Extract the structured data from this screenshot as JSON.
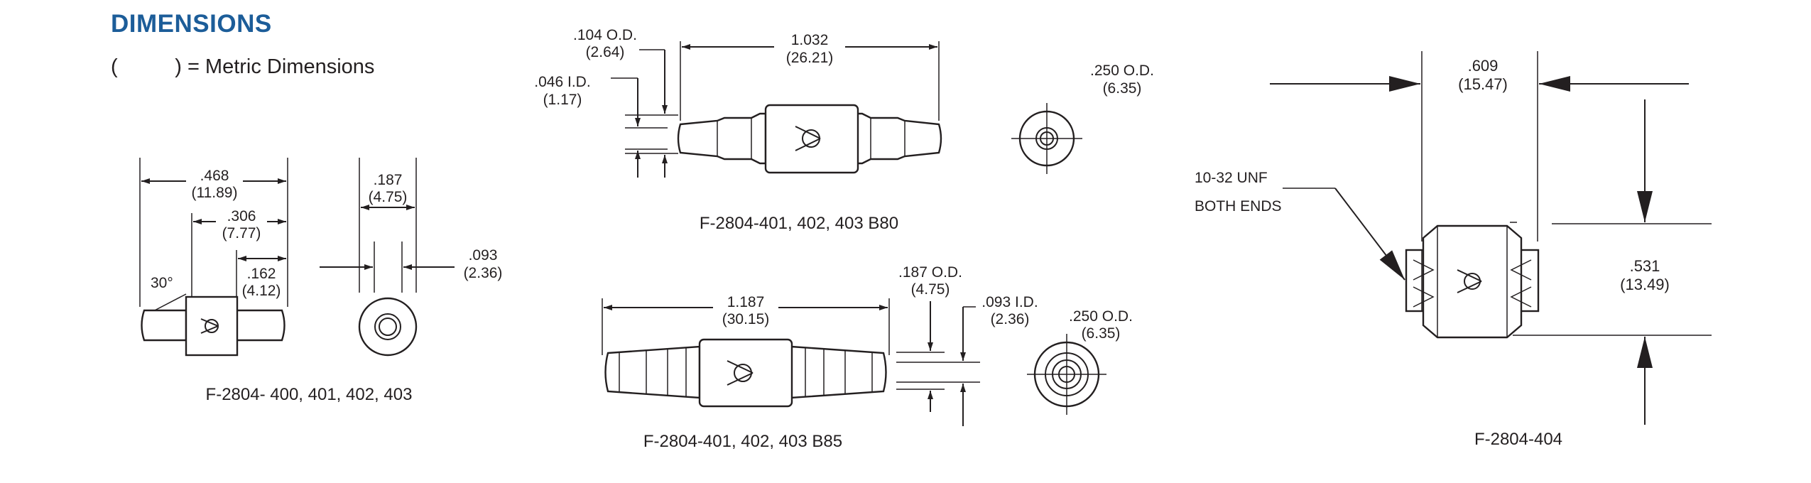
{
  "header": {
    "title": "DIMENSIONS",
    "metric_note": "(          ) = Metric Dimensions",
    "title_color": "#1c5d99"
  },
  "fig1": {
    "caption": "F-2804- 400, 401, 402, 403",
    "overall": ".468",
    "overall_mm": "(11.89)",
    "mid": ".306",
    "mid_mm": "(7.77)",
    "short": ".162",
    "short_mm": "(4.12)",
    "angle": "30°",
    "end_width": ".187",
    "end_width_mm": "(4.75)",
    "bore": ".093",
    "bore_mm": "(2.36)"
  },
  "fig2": {
    "caption": "F-2804-401, 402, 403 B80",
    "od": ".104 O.D.",
    "od_mm": "(2.64)",
    "id": ".046 I.D.",
    "id_mm": "(1.17)",
    "length": "1.032",
    "length_mm": "(26.21)",
    "end_od": ".250 O.D.",
    "end_od_mm": "(6.35)"
  },
  "fig3": {
    "caption": "F-2804-401, 402, 403 B85",
    "length": "1.187",
    "length_mm": "(30.15)",
    "od": ".187 O.D.",
    "od_mm": "(4.75)",
    "id": ".093 I.D.",
    "id_mm": "(2.36)",
    "end_od": ".250 O.D.",
    "end_od_mm": "(6.35)"
  },
  "fig4": {
    "caption": "F-2804-404",
    "width": ".609",
    "width_mm": "(15.47)",
    "height": ".531",
    "height_mm": "(13.49)",
    "thread_line1": "10-32 UNF",
    "thread_line2": "BOTH ENDS"
  },
  "icons": [
    "check-valve-symbol"
  ]
}
